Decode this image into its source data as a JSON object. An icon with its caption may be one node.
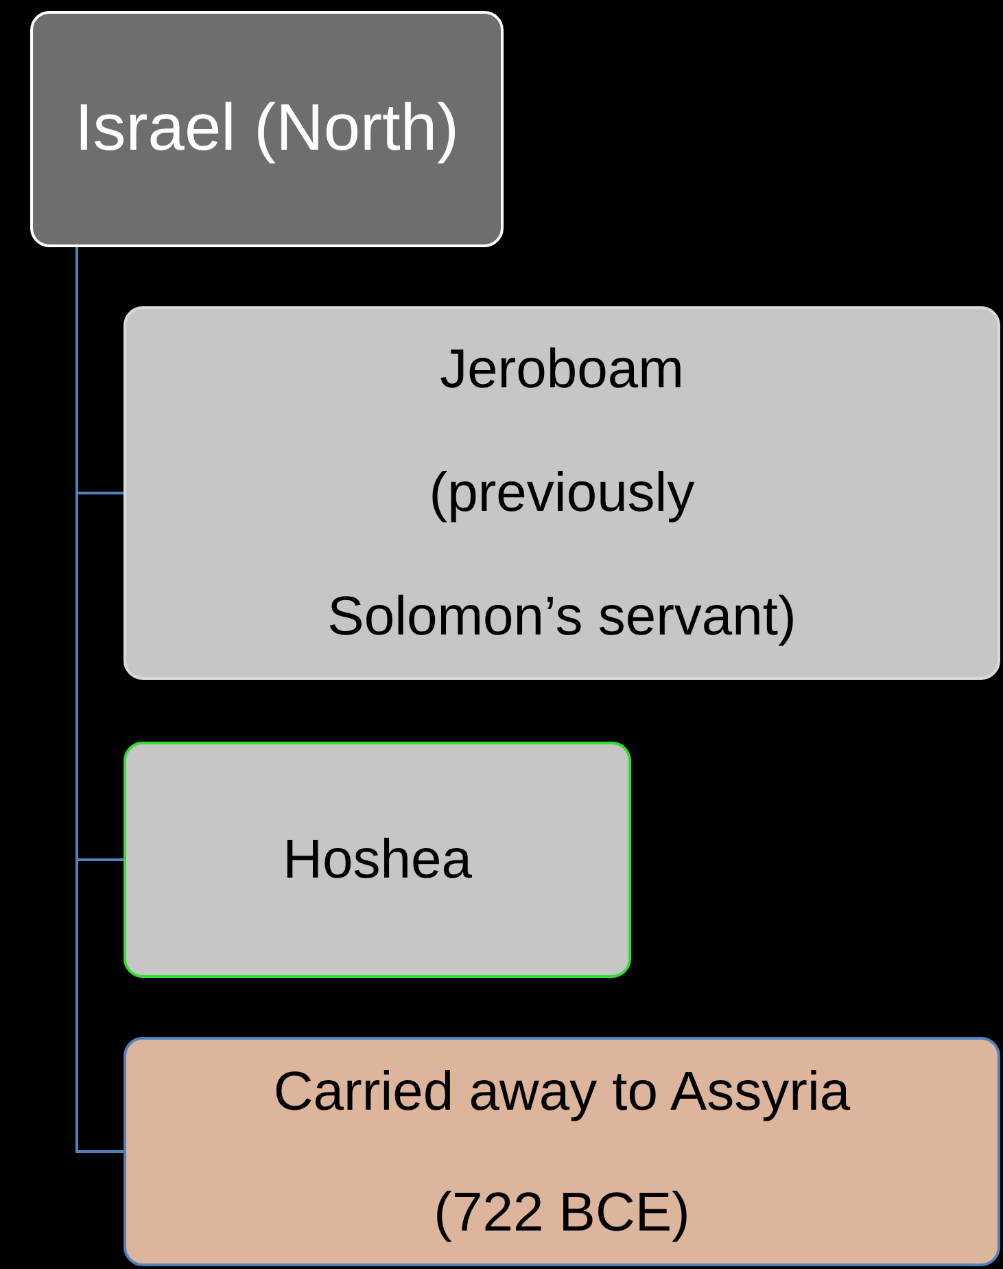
{
  "diagram": {
    "nodes": [
      {
        "text": [
          "Israel (North)"
        ]
      },
      {
        "text": [
          "Jeroboam (previously Solomon’s servant)"
        ]
      },
      {
        "text": [
          "Hoshea"
        ]
      },
      {
        "text": [
          "Carried away to Assyria (722 BCE)"
        ]
      }
    ],
    "edges": [
      {
        "from": 0,
        "to": 1,
        "arrow": "none"
      },
      {
        "from": 0,
        "to": 2,
        "arrow": "none"
      },
      {
        "from": 0,
        "to": 3,
        "arrow": "none"
      }
    ]
  }
}
